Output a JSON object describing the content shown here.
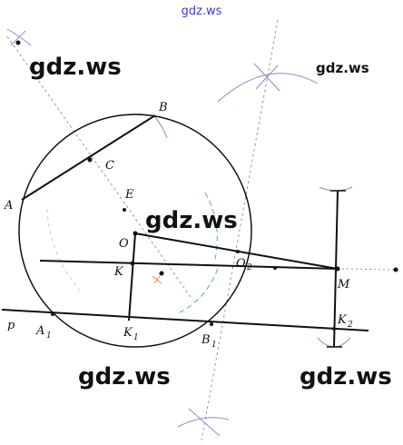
{
  "colors": {
    "ink": "#111111",
    "construction": "#9a9ab8",
    "arc_blue": "#8c8cd0",
    "arc_green": "#4fbf6a",
    "arc_orange": "#e08a5a",
    "watermark_top": "#3a3ad8"
  },
  "watermarks": {
    "top": "gdz.ws",
    "upper_left": "gdz.ws",
    "upper_right": "gdz.ws",
    "center": "gdz.ws",
    "lower_left": "gdz.ws",
    "lower_right": "gdz.ws"
  },
  "labels": {
    "B": "B",
    "C": "C",
    "A": "A",
    "E": "E",
    "O": "O",
    "K": "K",
    "O2": "O",
    "O2_sub": "2",
    "M": "M",
    "p": "p",
    "A1": "A",
    "A1_sub": "1",
    "K1": "K",
    "K1_sub": "1",
    "B1": "B",
    "B1_sub": "1",
    "K2": "K",
    "K2_sub": "2"
  }
}
